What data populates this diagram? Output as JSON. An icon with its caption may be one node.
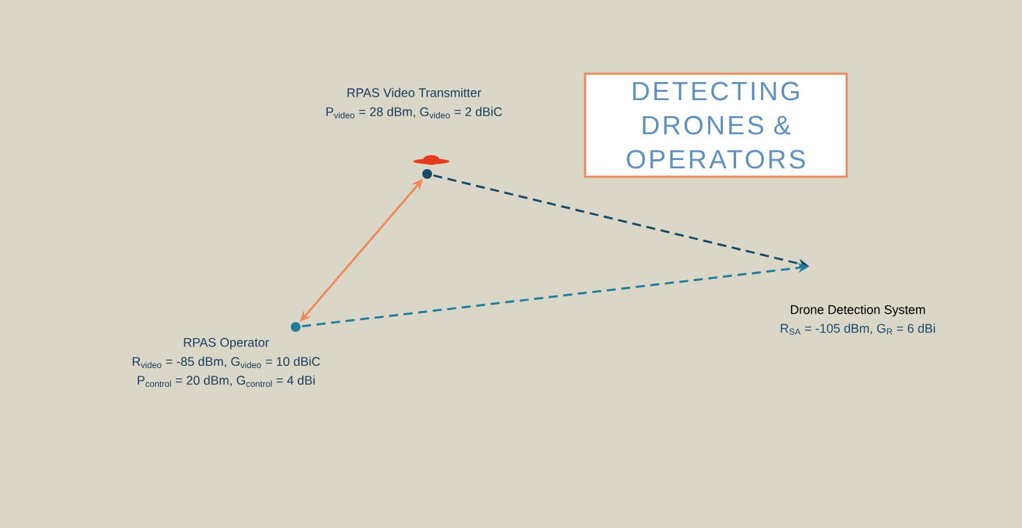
{
  "diagram": {
    "title": "DETECTING DRONES & OPERATORS",
    "nodes": [
      {
        "text": [],
        "shape": "circle",
        "beside": [
          "RPAS Video Transmitter",
          "P$_{video}$ = 28 dBm, G$_{video}$ = 2 dBiC"
        ]
      },
      {
        "text": [],
        "shape": "circle",
        "beside": [
          "RPAS Operator",
          "R$_{video}$ = -85 dBm, G$_{video}$ = 10 dBiC",
          "P$_{control}$ = 20 dBm, G$_{control}$ = 4 dBi"
        ]
      },
      {
        "text": [
          "Drone Detection System",
          "R$_{SA}$ = -105 dBm, G$_{R}$ = 6 dBi"
        ]
      }
    ],
    "edges": [
      {
        "from": 0,
        "to": 1,
        "arrow": "both",
        "color": "#f2895a"
      },
      {
        "from": 0,
        "to": 2,
        "arrow": "to",
        "style": "dashed",
        "color": "#154a66"
      },
      {
        "from": 1,
        "to": 2,
        "arrow": "to",
        "style": "dashed",
        "color": "#1f7e9c"
      }
    ]
  }
}
